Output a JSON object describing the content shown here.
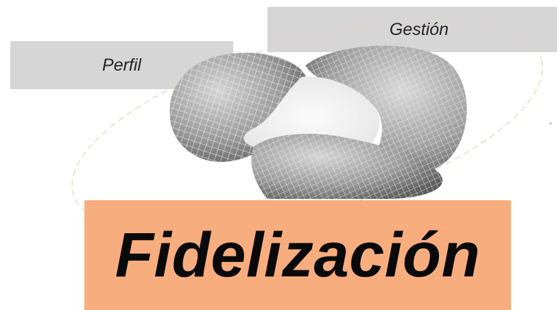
{
  "labels": {
    "perfil": "Perfil",
    "gestion": "Gestión",
    "fidelizacion": "Fidelización"
  },
  "colors": {
    "label_box": "#d6d6d6",
    "fidelizacion_box": "#f8ad7e",
    "ring_outline": "#e0d6bc",
    "surface": "#a8a8a8"
  },
  "icons": {
    "surface": "twisted-torus-wireframe-image",
    "ring": "dashed-elliptical-orbit"
  }
}
